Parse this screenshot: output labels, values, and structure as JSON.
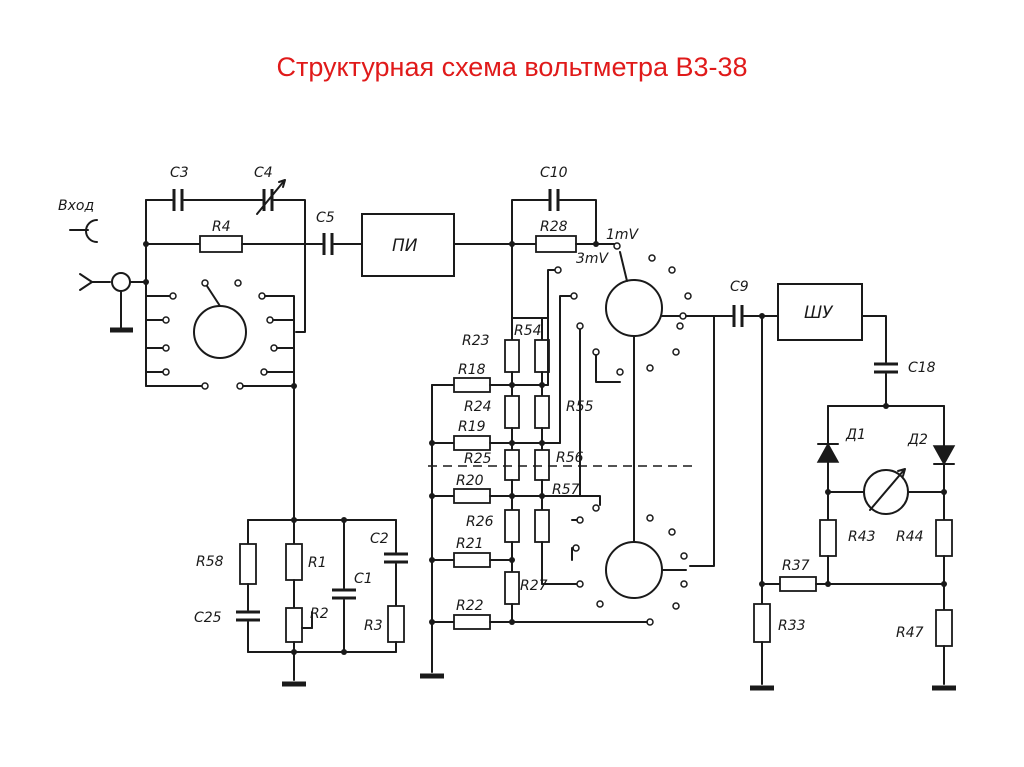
{
  "title": "Структурная схема вольтметра В3-38",
  "input_label": "Вход",
  "blocks": {
    "pi": "ПИ",
    "shu": "ШУ"
  },
  "ranges": {
    "r1mv": "1mV",
    "r3mv": "3mV"
  },
  "components": {
    "c3": "C3",
    "c4": "C4",
    "c5": "C5",
    "c10": "C10",
    "c9": "C9",
    "c18": "C18",
    "r4": "R4",
    "r28": "R28",
    "r23": "R23",
    "r54": "R54",
    "r18": "R18",
    "r24": "R24",
    "r55": "R55",
    "r19": "R19",
    "r25": "R25",
    "r56": "R56",
    "r20": "R20",
    "r57": "R57",
    "r26": "R26",
    "r21": "R21",
    "r27": "R27",
    "r22": "R22",
    "r58": "R58",
    "r1": "R1",
    "r2": "R2",
    "c1": "C1",
    "c2": "C2",
    "r3": "R3",
    "c25": "C25",
    "d1": "Д1",
    "d2": "Д2",
    "r43": "R43",
    "r44": "R44",
    "r37": "R37",
    "r33": "R33",
    "r47": "R47"
  }
}
